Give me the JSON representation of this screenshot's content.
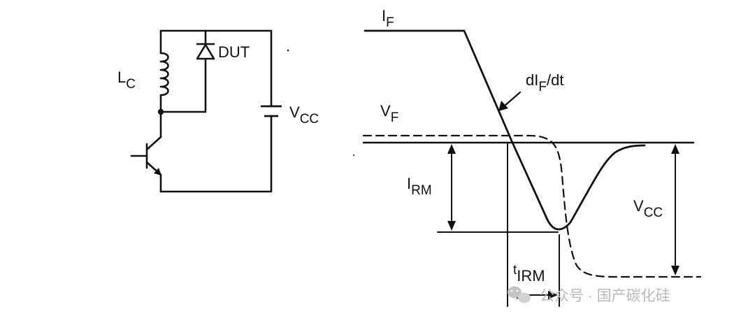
{
  "circuit": {
    "inductor": {
      "main": "L",
      "sub": "C"
    },
    "diode": {
      "label": "DUT"
    },
    "source": {
      "main": "V",
      "sub": "CC"
    }
  },
  "waveform": {
    "forward_current": {
      "main": "I",
      "sub": "F"
    },
    "slope": {
      "main": "dI",
      "sub": "F",
      "tail": "/dt"
    },
    "forward_voltage": {
      "main": "V",
      "sub": "F"
    },
    "reverse_peak": {
      "main": "I",
      "sub": "RM"
    },
    "supply": {
      "main": "V",
      "sub": "CC"
    },
    "time_marker": {
      "pre": "t",
      "sub": "IRM"
    }
  },
  "watermark": {
    "text": "公众号 · 国产碳化硅",
    "icon": "wechat-icon"
  },
  "colors": {
    "ink": "#111111",
    "watermark": "#b9b9b9"
  }
}
